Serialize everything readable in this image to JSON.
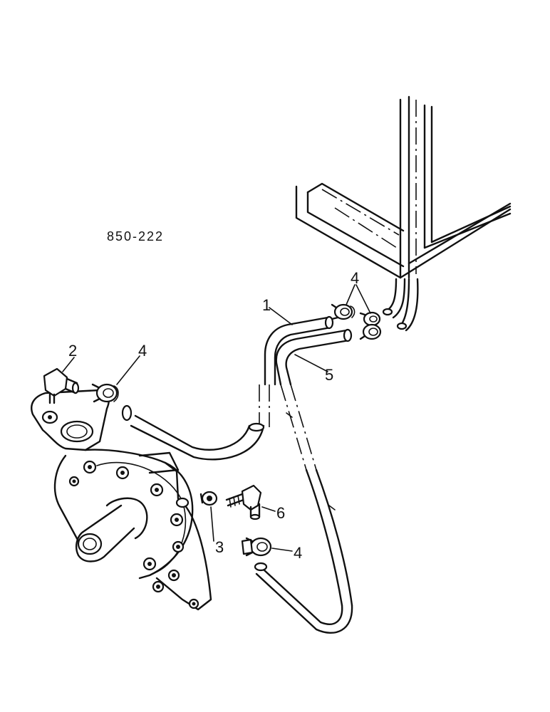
{
  "diagram_id": "850-222",
  "callouts": [
    {
      "id": "hose-1",
      "label": "1"
    },
    {
      "id": "elbow-2",
      "label": "2"
    },
    {
      "id": "fitting-3",
      "label": "3"
    },
    {
      "id": "clamp-4-radiator",
      "label": "4"
    },
    {
      "id": "clamp-4-pump",
      "label": "4"
    },
    {
      "id": "clamp-4-lower",
      "label": "4"
    },
    {
      "id": "hose-5",
      "label": "5"
    },
    {
      "id": "elbow-6",
      "label": "6"
    }
  ]
}
